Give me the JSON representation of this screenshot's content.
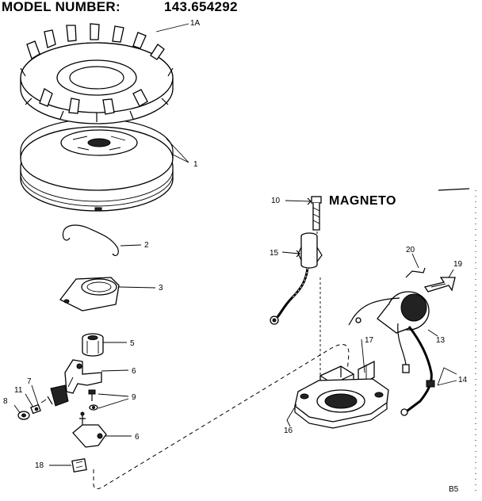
{
  "header": {
    "model_label": "MODEL NUMBER:",
    "model_number": "143.654292"
  },
  "section_heading": "MAGNETO",
  "page_code": "B5",
  "callouts": [
    "1A",
    "1",
    "2",
    "3",
    "5",
    "6",
    "7",
    "11",
    "8",
    "9",
    "6",
    "18",
    "10",
    "15",
    "20",
    "19",
    "13",
    "17",
    "14",
    "16"
  ]
}
